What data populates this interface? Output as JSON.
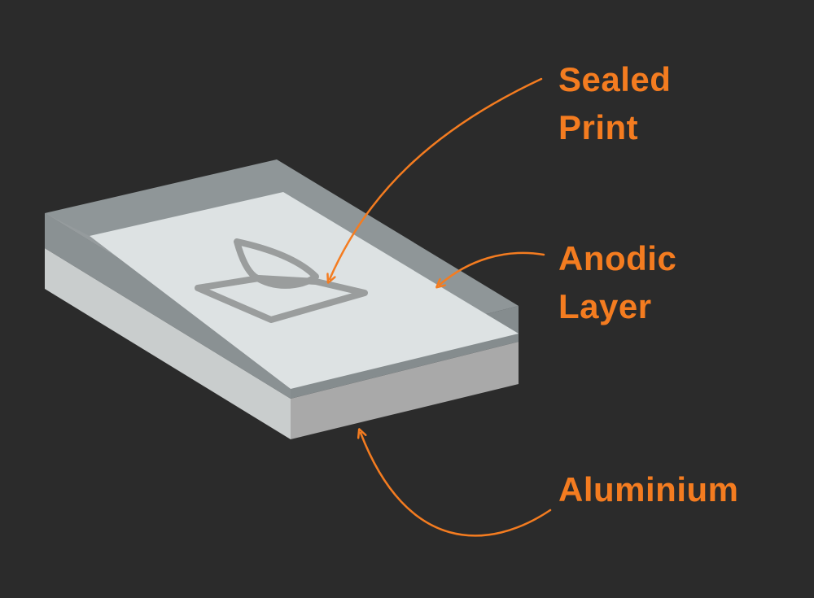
{
  "colors": {
    "background": "#2b2b2b",
    "accent": "#f47c20",
    "anodic_layer_top": "#dde2e3",
    "anodic_layer_edge": "#8c9395",
    "aluminium_side_left": "#c9cdcd",
    "aluminium_side_front": "#a9a9a9",
    "print_outline": "#9a9d9d"
  },
  "labels": {
    "sealed_print": {
      "line1": "Sealed",
      "line2": "Print"
    },
    "anodic_layer": {
      "line1": "Anodic",
      "line2": "Layer"
    },
    "aluminium": {
      "line1": "Aluminium"
    }
  },
  "icons": {
    "printed_mark": "leaf-on-tray-icon",
    "arrows": "curved-arrow-icon"
  }
}
